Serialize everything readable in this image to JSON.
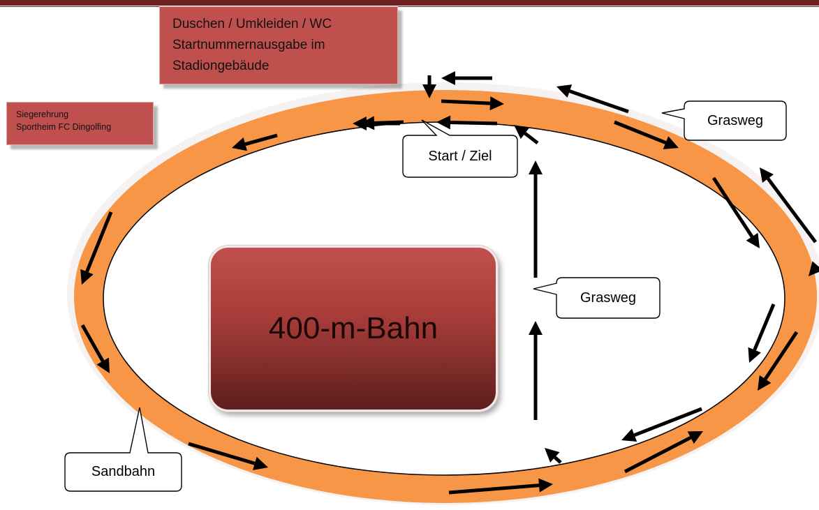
{
  "info_box": {
    "lines": [
      "Duschen / Umkleiden / WC",
      "Startnummernausgabe im",
      "Stadiongebäude"
    ]
  },
  "award_box": {
    "lines": [
      "Siegerehrung",
      "Sportheim FC Dingolfing"
    ]
  },
  "track_label": "400-m-Bahn",
  "callouts": {
    "start_ziel": "Start / Ziel",
    "grasweg_top": "Grasweg",
    "grasweg_inner": "Grasweg",
    "sandbahn": "Sandbahn"
  },
  "colors": {
    "track_orange": "#f79646",
    "box_red": "#c0504d",
    "top_bar": "#6b2220"
  }
}
